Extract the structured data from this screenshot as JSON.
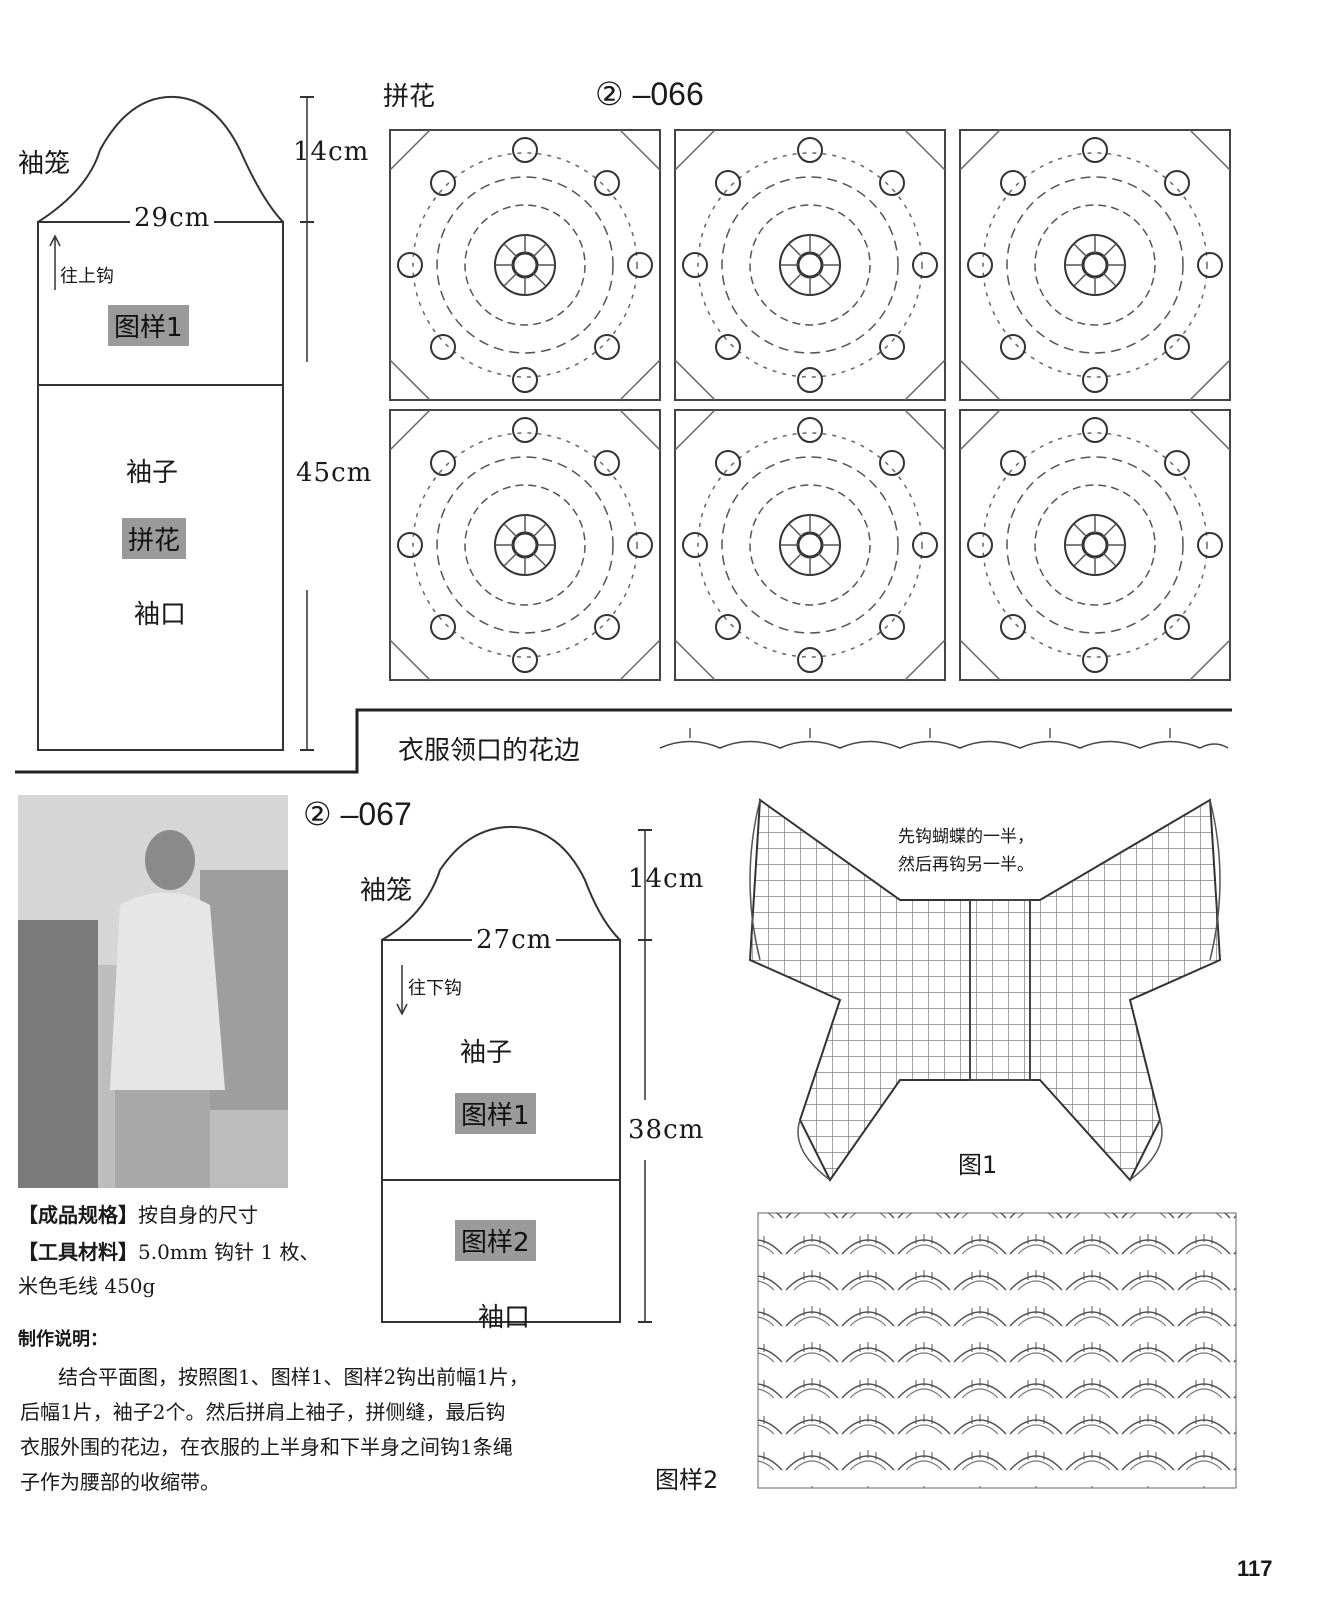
{
  "pattern066": {
    "number": "② –066",
    "motif_label": "拼花",
    "sleeve": {
      "cap_label": "袖笼",
      "width": "29cm",
      "cap_height": "14cm",
      "body_height": "45cm",
      "direction": "往上钩",
      "stitch_pattern": "图样1",
      "sleeve_label": "袖子",
      "motif": "拼花",
      "cuff": "袖口"
    },
    "collar_label": "衣服领口的花边"
  },
  "pattern067": {
    "number": "② –067",
    "sleeve": {
      "cap_label": "袖笼",
      "width": "27cm",
      "cap_height": "14cm",
      "body_height": "38cm",
      "direction": "往下钩",
      "sleeve_label": "袖子",
      "stitch_pattern_1": "图样1",
      "stitch_pattern_2": "图样2",
      "cuff": "袖口"
    },
    "specs": {
      "size_label": "【成品规格】",
      "size_value": "按自身的尺寸",
      "materials_label": "【工具材料】",
      "materials_value": "5.0mm 钩针 1 枚、",
      "materials_value_2": "米色毛线 450g"
    },
    "instructions": {
      "heading": "制作说明：",
      "lines": [
        "结合平面图，按照图1、图样1、图样2钩出前幅1片，",
        "后幅1片，袖子2个。然后拼肩上袖子，拼侧缝，最后钩",
        "衣服外围的花边，在衣服的上半身和下半身之间钩1条绳",
        "子作为腰部的收缩带。"
      ]
    },
    "butterfly_note_1": "先钩蝴蝶的一半，",
    "butterfly_note_2": "然后再钩另一半。",
    "figure1_label": "图1",
    "pattern2_label": "图样2"
  },
  "page_number": "117"
}
